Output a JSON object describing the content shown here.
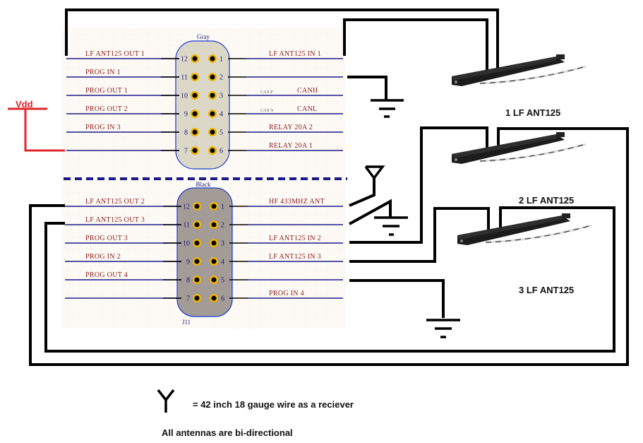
{
  "power": {
    "label": "Vdd",
    "color": "#e0242b"
  },
  "connector_gray": {
    "title": "Gray",
    "body_color": "#dcd8c8",
    "left_pins": [
      {
        "num": "12",
        "label": "LF ANT125 OUT 1"
      },
      {
        "num": "11",
        "label": "PROG IN 1"
      },
      {
        "num": "10",
        "label": "PROG OUT 1"
      },
      {
        "num": "9",
        "label": "PROG OUT 2"
      },
      {
        "num": "8",
        "label": "PROG IN 3"
      },
      {
        "num": "7",
        "label": ""
      }
    ],
    "right_pins": [
      {
        "num": "1",
        "label": "LF ANT125 IN 1",
        "sublabel": ""
      },
      {
        "num": "2",
        "label": "",
        "sublabel": ""
      },
      {
        "num": "3",
        "label": "CANH",
        "sublabel": "CAN P"
      },
      {
        "num": "4",
        "label": "CANL",
        "sublabel": "CAN N"
      },
      {
        "num": "5",
        "label": "RELAY 20A 2",
        "sublabel": ""
      },
      {
        "num": "6",
        "label": "RELAY 20A 1",
        "sublabel": ""
      }
    ]
  },
  "connector_black": {
    "title": "Black",
    "designator": "J11",
    "body_color": "#a39b96",
    "left_pins": [
      {
        "num": "12",
        "label": "LF ANT125 OUT 2"
      },
      {
        "num": "11",
        "label": "LF ANT125 OUT 3"
      },
      {
        "num": "10",
        "label": "PROG OUT 3"
      },
      {
        "num": "9",
        "label": "PROG IN 2"
      },
      {
        "num": "8",
        "label": "PROG OUT 4"
      },
      {
        "num": "7",
        "label": ""
      }
    ],
    "right_pins": [
      {
        "num": "1",
        "label": "HF 433MHZ ANT"
      },
      {
        "num": "2",
        "label": ""
      },
      {
        "num": "3",
        "label": "LF ANT125 IN 2"
      },
      {
        "num": "4",
        "label": "LF ANT125 IN 3"
      },
      {
        "num": "5",
        "label": ""
      },
      {
        "num": "6",
        "label": "PROG IN 4"
      }
    ]
  },
  "antennas": [
    {
      "label": "1 LF ANT125"
    },
    {
      "label": "2 LF ANT125"
    },
    {
      "label": "3 LF ANT125"
    }
  ],
  "legend": {
    "antenna_symbol_meaning": "= 42 inch 18 gauge wire as a reciever",
    "note": "All antennas are bi-directional"
  },
  "colors": {
    "wire": "#000000",
    "net_line": "#1a1a8a",
    "pin_gold": "#f0b400",
    "grid": "#e8e4dc",
    "sheet_bg": "#fdfaf5"
  }
}
